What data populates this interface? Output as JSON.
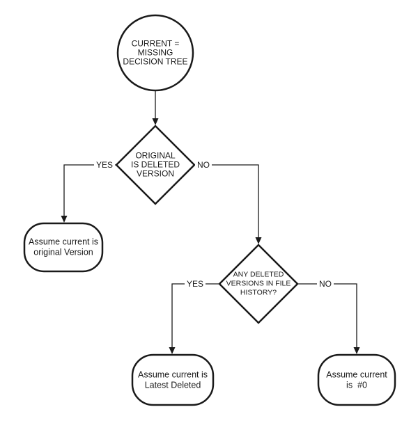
{
  "flowchart": {
    "colors": {
      "stroke": "#1a1a1a",
      "shape_fill": "#ffffff",
      "background": "#ffffff",
      "text": "#1a1a1a"
    },
    "start": {
      "label": "CURRENT =\nMISSING\nDECISION TREE"
    },
    "decision_original_deleted": {
      "label": "ORIGINAL\nIS DELETED\nVERSION",
      "yes_label": "YES",
      "no_label": "NO"
    },
    "terminal_original_version": {
      "label": "Assume current is\noriginal Version"
    },
    "decision_any_deleted": {
      "label": "ANY DELETED\nVERSIONS IN FILE\nHISTORY?",
      "yes_label": "YES",
      "no_label": "NO"
    },
    "terminal_latest_deleted": {
      "label": "Assume current is\nLatest Deleted"
    },
    "terminal_version_zero": {
      "label": "Assume current\nis  #0"
    }
  }
}
